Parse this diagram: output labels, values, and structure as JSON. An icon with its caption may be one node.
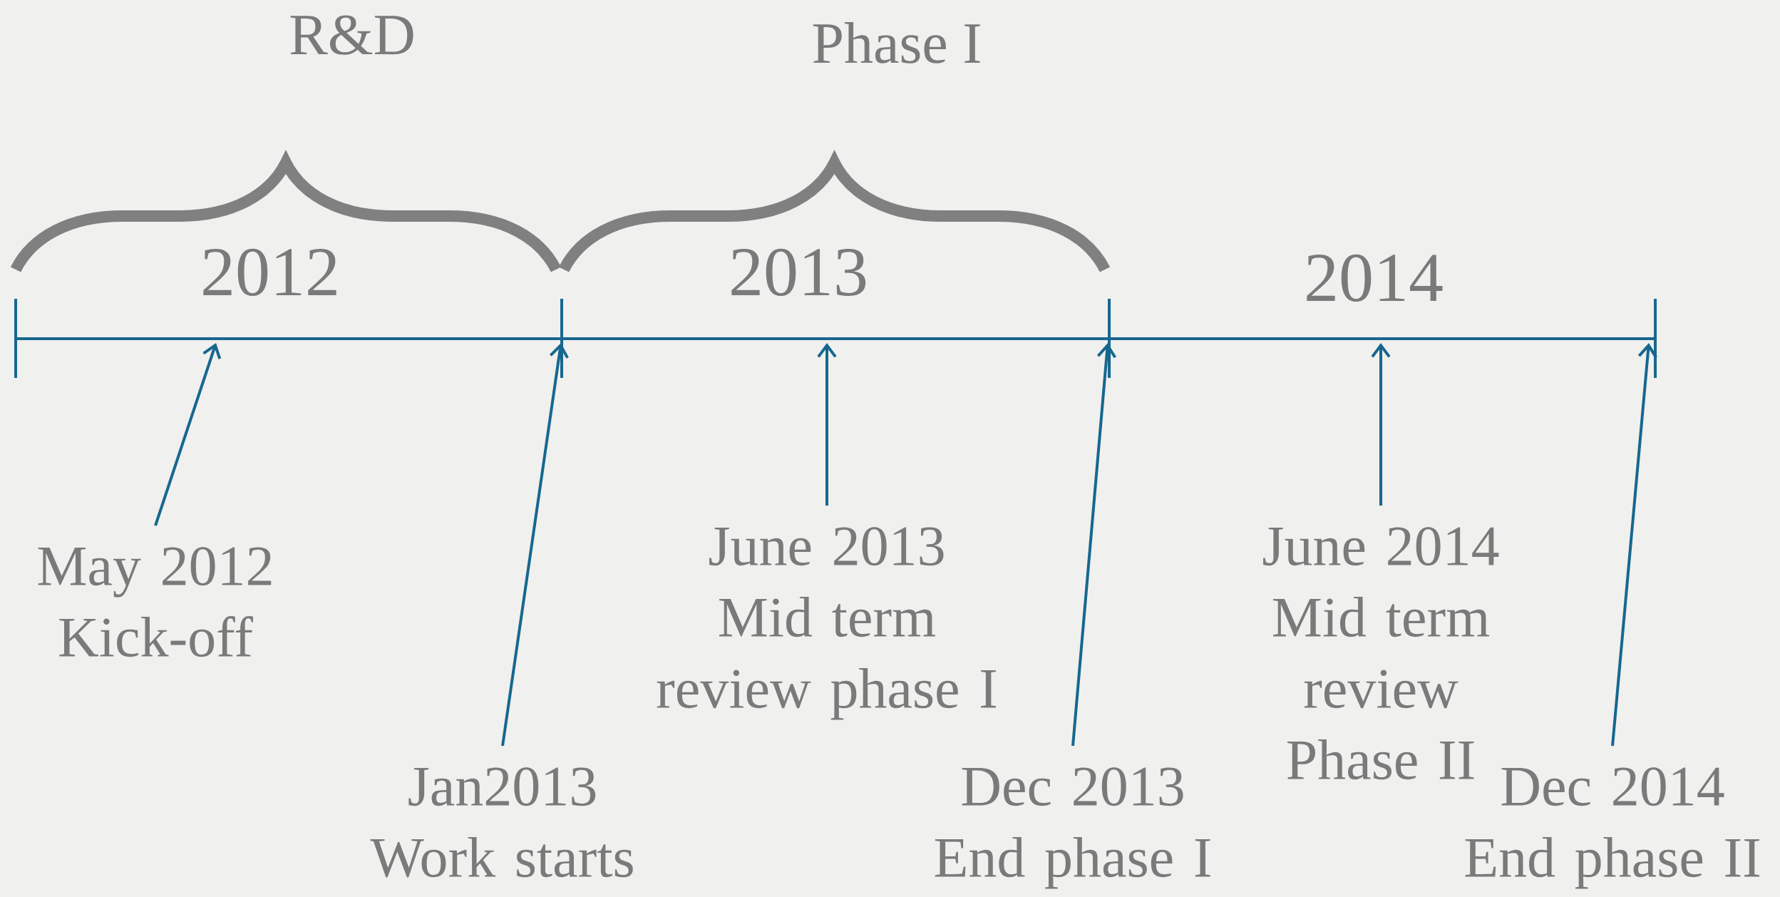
{
  "diagram": {
    "nodes": [
      {
        "text": [
          "May 2012",
          "Kick-off"
        ]
      },
      {
        "text": [
          "Jan2013",
          "Work starts"
        ]
      },
      {
        "text": [
          "June 2013",
          "Mid term review phase I"
        ]
      },
      {
        "text": [
          "Dec 2013",
          "End phase I"
        ]
      },
      {
        "text": [
          "June 2014",
          "Mid term review Phase II"
        ]
      },
      {
        "text": [
          "Dec 2014",
          "End phase II"
        ]
      }
    ],
    "edges": [
      {
        "from": 0,
        "to": null,
        "arrow": "to"
      },
      {
        "from": 1,
        "to": null,
        "arrow": "to"
      },
      {
        "from": 2,
        "to": null,
        "arrow": "to"
      },
      {
        "from": 3,
        "to": null,
        "arrow": "to"
      },
      {
        "from": 4,
        "to": null,
        "arrow": "to"
      },
      {
        "from": 5,
        "to": null,
        "arrow": "to"
      }
    ],
    "labels": [
      "R&D",
      "Phase I",
      "2012",
      "2013",
      "2014"
    ]
  }
}
